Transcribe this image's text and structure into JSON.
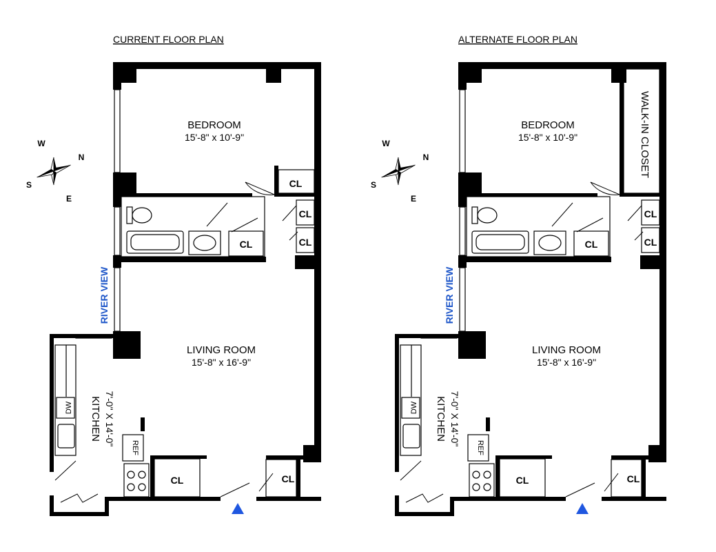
{
  "plans": [
    {
      "title": "CURRENT FLOOR PLAN",
      "bedroom": {
        "name": "BEDROOM",
        "dims": "15'-8\" x 10'-9\""
      },
      "living": {
        "name": "LIVING ROOM",
        "dims": "15'-8\" x 16'-9\""
      },
      "kitchen": {
        "name": "KITCHEN",
        "dims": "7'-0\" X 14'-0\""
      },
      "closets": [
        "CL",
        "CL",
        "CL",
        "CL",
        "CL",
        "CL"
      ],
      "appliances": {
        "dishwasher": "DW",
        "refrigerator": "REF"
      },
      "river_view": "RIVER VIEW",
      "compass": {
        "w": "W",
        "n": "N",
        "s": "S",
        "e": "E"
      }
    },
    {
      "title": "ALTERNATE FLOOR PLAN",
      "bedroom": {
        "name": "BEDROOM",
        "dims": "15'-8\" x 10'-9\""
      },
      "walk_in": "WALK-IN CLOSET",
      "living": {
        "name": "LIVING ROOM",
        "dims": "15'-8\" x 16'-9\""
      },
      "kitchen": {
        "name": "KITCHEN",
        "dims": "7'-0\" X 14'-0\""
      },
      "closets": [
        "CL",
        "CL",
        "CL",
        "CL",
        "CL"
      ],
      "appliances": {
        "dishwasher": "DW",
        "refrigerator": "REF"
      },
      "river_view": "RIVER VIEW",
      "compass": {
        "w": "W",
        "n": "N",
        "s": "S",
        "e": "E"
      }
    }
  ],
  "colors": {
    "wall": "#000000",
    "river_text": "#1f57c9",
    "entry_marker": "#1f57e0"
  },
  "icons": [
    "compass-rose-icon",
    "entry-triangle-icon",
    "toilet-icon",
    "bathtub-icon",
    "sink-icon",
    "stove-icon"
  ]
}
